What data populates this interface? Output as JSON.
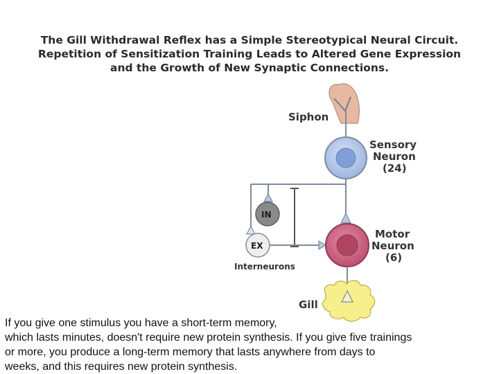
{
  "title": {
    "line1": "The Gill Withdrawal Reflex has a Simple Stereotypical Neural Circuit.",
    "line2": "Repetition of Sensitization Training Leads to Altered Gene Expression",
    "line3": "and the Growth of New Synaptic Connections."
  },
  "diagram": {
    "siphon_label": "Siphon",
    "sensory_label_1": "Sensory",
    "sensory_label_2": "Neuron",
    "sensory_label_3": "(24)",
    "motor_label_1": "Motor",
    "motor_label_2": "Neuron",
    "motor_label_3": "(6)",
    "in_label": "IN",
    "ex_label": "EX",
    "interneurons_label": "Interneurons",
    "gill_label": "Gill",
    "colors": {
      "sensory": "#a9c2e6",
      "sensory_nucleus": "#7f9fd6",
      "motor": "#c85a7a",
      "motor_nucleus": "#b0455f",
      "in": "#8a8a8a",
      "ex": "#eeeeee",
      "siphon": "#e7b9a2",
      "gill": "#f7ef8c",
      "axon": "#7d8aa0"
    }
  },
  "caption": {
    "line1": "If you give one stimulus you have a short-term memory,",
    "line2": "which lasts minutes, doesn't require new protein synthesis. If you give five trainings",
    "line3": "or more, you produce a long-term memory that lasts anywhere from days to",
    "line4": "weeks, and this requires new protein synthesis."
  }
}
